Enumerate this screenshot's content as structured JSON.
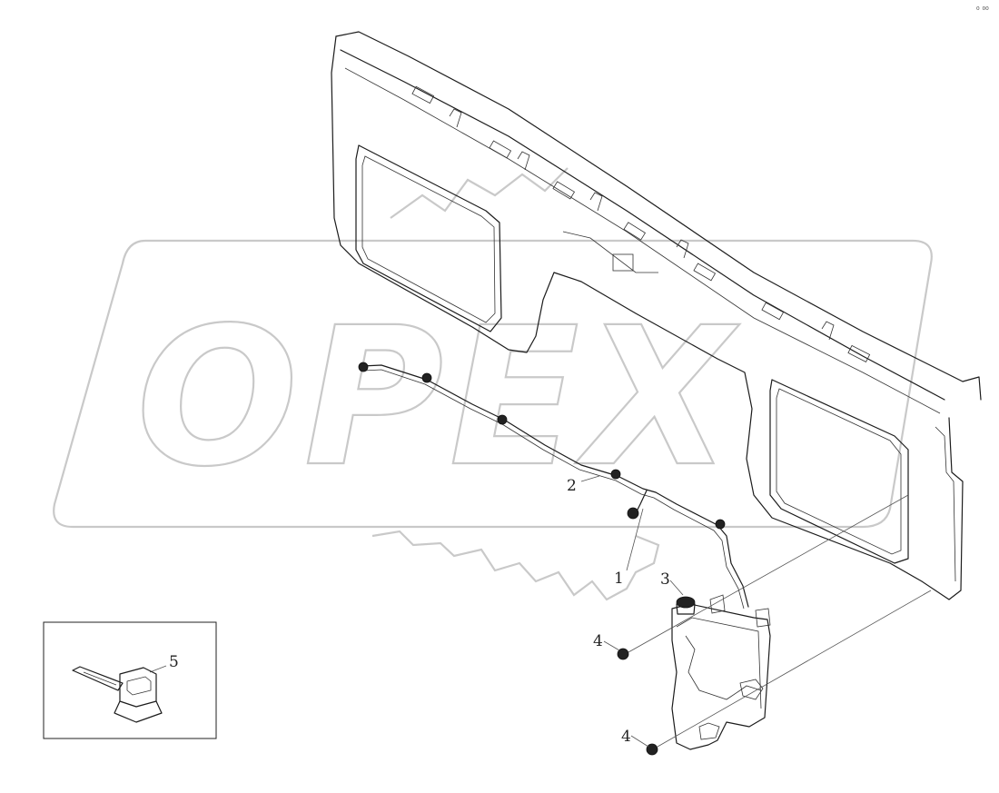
{
  "watermark": {
    "text": "OPEX"
  },
  "corner_mark": "⁰ ⁰⁰",
  "callouts": [
    {
      "id": "1",
      "label": "1"
    },
    {
      "id": "2",
      "label": "2"
    },
    {
      "id": "3",
      "label": "3"
    },
    {
      "id": "4a",
      "label": "4"
    },
    {
      "id": "4b",
      "label": "4"
    },
    {
      "id": "5",
      "label": "5"
    }
  ],
  "colors": {
    "line": "#1c1c1c",
    "watermark": "#c9c9c9",
    "background": "#ffffff"
  }
}
